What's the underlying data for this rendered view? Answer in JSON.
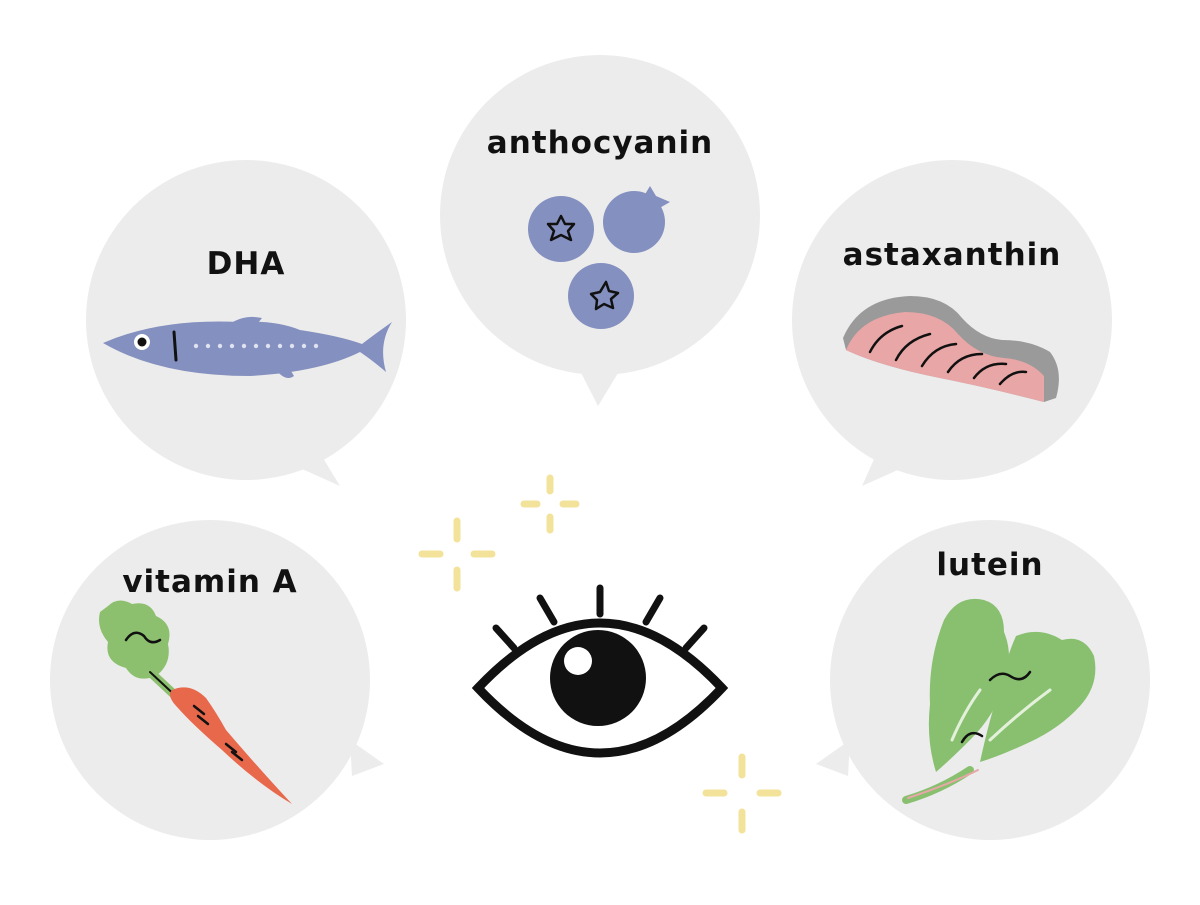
{
  "colors": {
    "bubble": "#ececec",
    "ink": "#111111",
    "fish": "#8490bf",
    "blueberry": "#8490bf",
    "salmon_skin": "#9a9a9a",
    "salmon_flesh": "#e9a6a6",
    "carrot": "#e8684c",
    "carrot_leaf": "#8cc06e",
    "spinach": "#88c070",
    "sparkle": "#f3e29a"
  },
  "icons": {
    "center": "eye-icon",
    "dha": "fish-icon",
    "anthocyanin": "blueberry-icon",
    "astaxanthin": "salmon-icon",
    "vitamin_a": "carrot-icon",
    "lutein": "spinach-icon",
    "decor": "sparkle-icon"
  },
  "nutrients": {
    "dha": {
      "label": "DHA"
    },
    "anthocyanin": {
      "label": "anthocyanin"
    },
    "astaxanthin": {
      "label": "astaxanthin"
    },
    "vitamin_a": {
      "label": "vitamin A"
    },
    "lutein": {
      "label": "lutein"
    }
  }
}
